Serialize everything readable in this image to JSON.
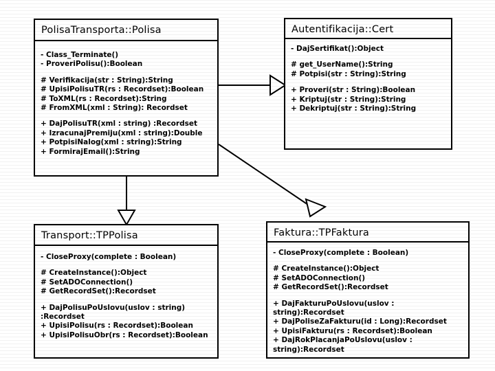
{
  "diagram": {
    "kind": "uml-class-diagram",
    "background_color": "#ffffff",
    "line_color": "#000000",
    "classes": [
      {
        "id": "polisa",
        "name": "PolisaTransporta::Polisa",
        "groups": [
          {
            "visibility": "private",
            "members": [
              "- Class_Terminate()",
              "- ProveriPolisu():Boolean"
            ]
          },
          {
            "visibility": "protected",
            "members": [
              "# Verifikacija(str : String):String",
              "# UpisiPolisuTR(rs : Recordset):Boolean",
              "# ToXML(rs : Recordset):String",
              "# FromXML(xml : String): Recordset"
            ]
          },
          {
            "visibility": "public",
            "members": [
              "+ DajPolisuTR(xml : string) :Recordset",
              "+ IzracunajPremiju(xml : string):Double",
              "+ PotpisiNalog(xml : string):String",
              "+ FormirajEmail():String"
            ]
          }
        ]
      },
      {
        "id": "cert",
        "name": "Autentifikacija::Cert",
        "groups": [
          {
            "visibility": "private",
            "members": [
              "- DajSertifikat():Object"
            ]
          },
          {
            "visibility": "protected",
            "members": [
              "# get_UserName():String",
              "# Potpisi(str : String):String"
            ]
          },
          {
            "visibility": "public",
            "members": [
              "+ Proveri(str : String):Boolean",
              "+ Kriptuj(str : String):String",
              "+ Dekriptuj(str : String):String"
            ]
          }
        ]
      },
      {
        "id": "tppolisa",
        "name": "Transport::TPPolisa",
        "groups": [
          {
            "visibility": "private",
            "members": [
              "- CloseProxy(complete : Boolean)"
            ]
          },
          {
            "visibility": "protected",
            "members": [
              "# CreateInstance():Object",
              "# SetADOConnection()",
              "# GetRecordSet():Recordset"
            ]
          },
          {
            "visibility": "public",
            "members": [
              "+ DajPolisuPoUslovu(uslov : string)\n:Recordset",
              "+ UpisiPolisu(rs : Recordset):Boolean",
              "+ UpisiPolisuObr(rs : Recordset):Boolean"
            ]
          }
        ]
      },
      {
        "id": "tpfaktura",
        "name": "Faktura::TPFaktura",
        "groups": [
          {
            "visibility": "private",
            "members": [
              "- CloseProxy(complete : Boolean)"
            ]
          },
          {
            "visibility": "protected",
            "members": [
              "# CreateInstance():Object",
              "# SetADOConnection()",
              "# GetRecordSet():Recordset"
            ]
          },
          {
            "visibility": "public",
            "members": [
              "+ DajFakturuPoUslovu(uslov : string):Recordset",
              "+ DajPoliseZaFakturu(id : Long):Recordset",
              "+ UpisiFakturu(rs : Recordset):Boolean",
              "+ DajRokPlacanjaPoUslovu(uslov :\nstring):Recordset"
            ]
          }
        ]
      }
    ],
    "relations": [
      {
        "id": "polisa-to-cert",
        "from": "polisa",
        "to": "cert",
        "arrow": "hollow-triangle",
        "direction": "right"
      },
      {
        "id": "polisa-to-tppolisa",
        "from": "polisa",
        "to": "tppolisa",
        "arrow": "hollow-triangle",
        "direction": "down"
      },
      {
        "id": "polisa-to-tpfaktura",
        "from": "polisa",
        "to": "tpfaktura",
        "arrow": "hollow-triangle",
        "direction": "down-right"
      }
    ]
  }
}
